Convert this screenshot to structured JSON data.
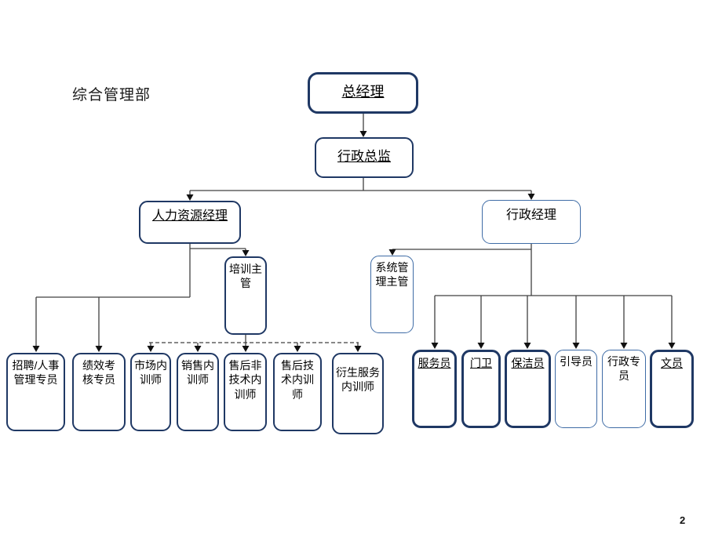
{
  "slide": {
    "title": "综合管理部",
    "page_number": "2"
  },
  "org": {
    "general_manager": {
      "label": "总经理"
    },
    "admin_director": {
      "label": "行政总监"
    },
    "hr_manager": {
      "label": "人力资源经理"
    },
    "admin_manager": {
      "label": "行政经理"
    },
    "training_supervisor": {
      "label": "培训主\n管"
    },
    "system_admin_supervisor": {
      "label": "系统管\n理主管"
    },
    "recruit_hr_specialist": {
      "label": "招聘/人事\n管理专员"
    },
    "performance_specialist": {
      "label": "绩效考\n核专员"
    },
    "market_trainer": {
      "label": "市场内\n训师"
    },
    "sales_trainer": {
      "label": "销售内\n训师"
    },
    "aftersales_nontech_trainer": {
      "label": "售后非\n技术内\n训师"
    },
    "aftersales_tech_trainer": {
      "label": "售后技\n术内训\n师"
    },
    "derivative_service_trainer": {
      "label": "衍生服务\n内训师"
    },
    "attendant": {
      "label": "服务员"
    },
    "gatekeeper": {
      "label": "门卫"
    },
    "cleaner": {
      "label": "保洁员"
    },
    "usher": {
      "label": "引导员"
    },
    "admin_specialist": {
      "label": "行政专\n员"
    },
    "clerk": {
      "label": "文员"
    }
  },
  "colors": {
    "border_strong": "#1f3864",
    "border_light": "#3f6ca6",
    "connector": "#404040",
    "arrowhead": "#111111"
  }
}
